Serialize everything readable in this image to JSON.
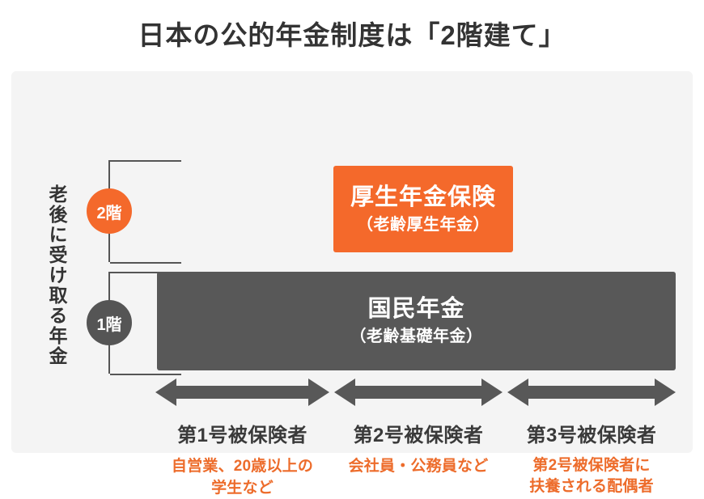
{
  "title": "日本の公的年金制度は「2階建て」",
  "vertical_label": "老後に受け取る年金",
  "badges": {
    "floor2": "2階",
    "floor1": "1階"
  },
  "tiers": [
    {
      "id": "upper",
      "main": "厚生年金保険",
      "sub": "（老齢厚生年金）",
      "color": "#f4692b"
    },
    {
      "id": "lower",
      "main": "国民年金",
      "sub": "（老齢基礎年金）",
      "color": "#585858"
    }
  ],
  "columns": [
    {
      "heading": "第1号被保険者",
      "detail_line1": "自営業、20歳以上の",
      "detail_line2": "学生など"
    },
    {
      "heading": "第2号被保険者",
      "detail_line1": "会社員・公務員など",
      "detail_line2": ""
    },
    {
      "heading": "第3号被保険者",
      "detail_line1": "第2号被保険者に",
      "detail_line2": "扶養される配偶者"
    }
  ],
  "colors": {
    "accent_orange": "#f4692b",
    "detail_orange": "#ed6c2b",
    "dark_gray": "#585858",
    "badge_gray": "#555555",
    "panel_bg": "#f4f4f4",
    "arrow_gray": "#585858",
    "title_text": "#333333"
  },
  "arrows": {
    "icon": "double-headed-arrow",
    "count": 3
  }
}
